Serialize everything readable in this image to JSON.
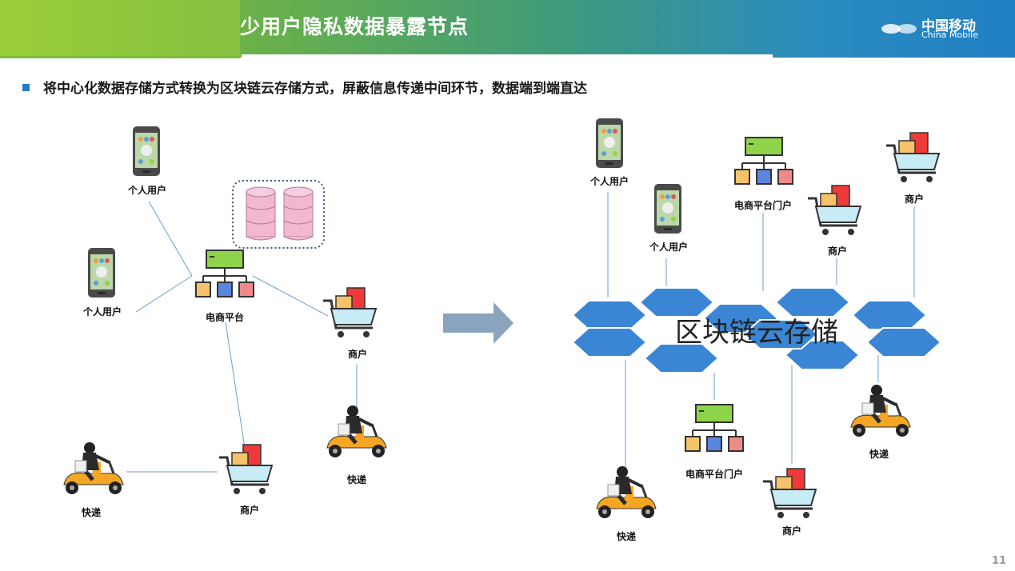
{
  "header": {
    "title": "少用户隐私数据暴露节点",
    "logo_cn": "中国移动",
    "logo_en": "China Mobile"
  },
  "subtitle": "将中心化数据存储方式转换为区块链云存储方式，屏蔽信息传递中间环节，数据端到端直达",
  "left": {
    "user_top": "个人用户",
    "user_left": "个人用户",
    "platform": "电商平台",
    "merchant_right": "商户",
    "courier_right": "快递",
    "courier_left": "快递",
    "merchant_bottom": "商户"
  },
  "right": {
    "user_a": "个人用户",
    "user_b": "个人用户",
    "portal_top": "电商平台门户",
    "merchant_a": "商户",
    "merchant_b": "商户",
    "blockchain": "区块链云存储",
    "courier_a": "快递",
    "portal_bottom": "电商平台门户",
    "merchant_c": "商户",
    "courier_b": "快递"
  },
  "page_number": "11",
  "colors": {
    "header_green": "#8cc63f",
    "header_blue": "#1f7fc2",
    "hex_blue": "#3a86d4",
    "arrow": "#8aa4be",
    "db_pink": "#f2b8d0",
    "platform_green": "#8dd44a"
  }
}
